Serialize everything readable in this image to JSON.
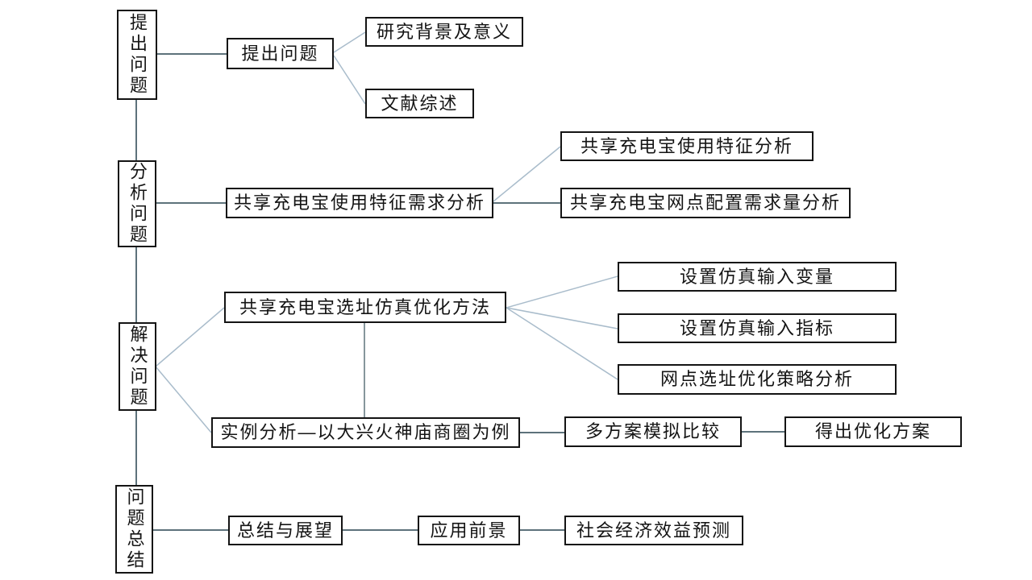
{
  "colors": {
    "background": "#ffffff",
    "box_border": "#141414",
    "box_fill": "#ffffff",
    "box_text": "#141414",
    "connector": "#5d727b",
    "connector_diagonal": "#a9bccb"
  },
  "nodes": {
    "stage1": "提出问题",
    "raise_problem": "提出问题",
    "research_background": "研究背景及意义",
    "literature_review": "文献综述",
    "stage2": "分析问题",
    "usage_demand_analysis": "共享充电宝使用特征需求分析",
    "usage_feature_analysis": "共享充电宝使用特征分析",
    "network_demand_analysis": "共享充电宝网点配置需求量分析",
    "stage3": "解决问题",
    "siting_simulation_method": "共享充电宝选址仿真优化方法",
    "sim_input_variables": "设置仿真输入变量",
    "sim_input_indicators": "设置仿真输入指标",
    "siting_strategy_analysis": "网点选址优化策略分析",
    "case_study": "实例分析—以大兴火神庙商圈为例",
    "multi_scheme_comparison": "多方案模拟比较",
    "optimized_scheme": "得出优化方案",
    "stage4": "问题总结",
    "summary_outlook": "总结与展望",
    "application_prospect": "应用前景",
    "socioeconomic_forecast": "社会经济效益预测"
  },
  "edges": [
    {
      "from": "stage1",
      "to": "raise_problem"
    },
    {
      "from": "raise_problem",
      "to": "research_background"
    },
    {
      "from": "raise_problem",
      "to": "literature_review"
    },
    {
      "from": "stage1",
      "to": "stage2"
    },
    {
      "from": "stage2",
      "to": "usage_demand_analysis"
    },
    {
      "from": "usage_demand_analysis",
      "to": "usage_feature_analysis"
    },
    {
      "from": "usage_demand_analysis",
      "to": "network_demand_analysis"
    },
    {
      "from": "stage2",
      "to": "stage3"
    },
    {
      "from": "stage3",
      "to": "siting_simulation_method"
    },
    {
      "from": "stage3",
      "to": "case_study"
    },
    {
      "from": "siting_simulation_method",
      "to": "sim_input_variables"
    },
    {
      "from": "siting_simulation_method",
      "to": "sim_input_indicators"
    },
    {
      "from": "siting_simulation_method",
      "to": "siting_strategy_analysis"
    },
    {
      "from": "siting_simulation_method",
      "to": "case_study"
    },
    {
      "from": "case_study",
      "to": "multi_scheme_comparison"
    },
    {
      "from": "multi_scheme_comparison",
      "to": "optimized_scheme"
    },
    {
      "from": "stage3",
      "to": "stage4"
    },
    {
      "from": "stage4",
      "to": "summary_outlook"
    },
    {
      "from": "summary_outlook",
      "to": "application_prospect"
    },
    {
      "from": "application_prospect",
      "to": "socioeconomic_forecast"
    }
  ]
}
